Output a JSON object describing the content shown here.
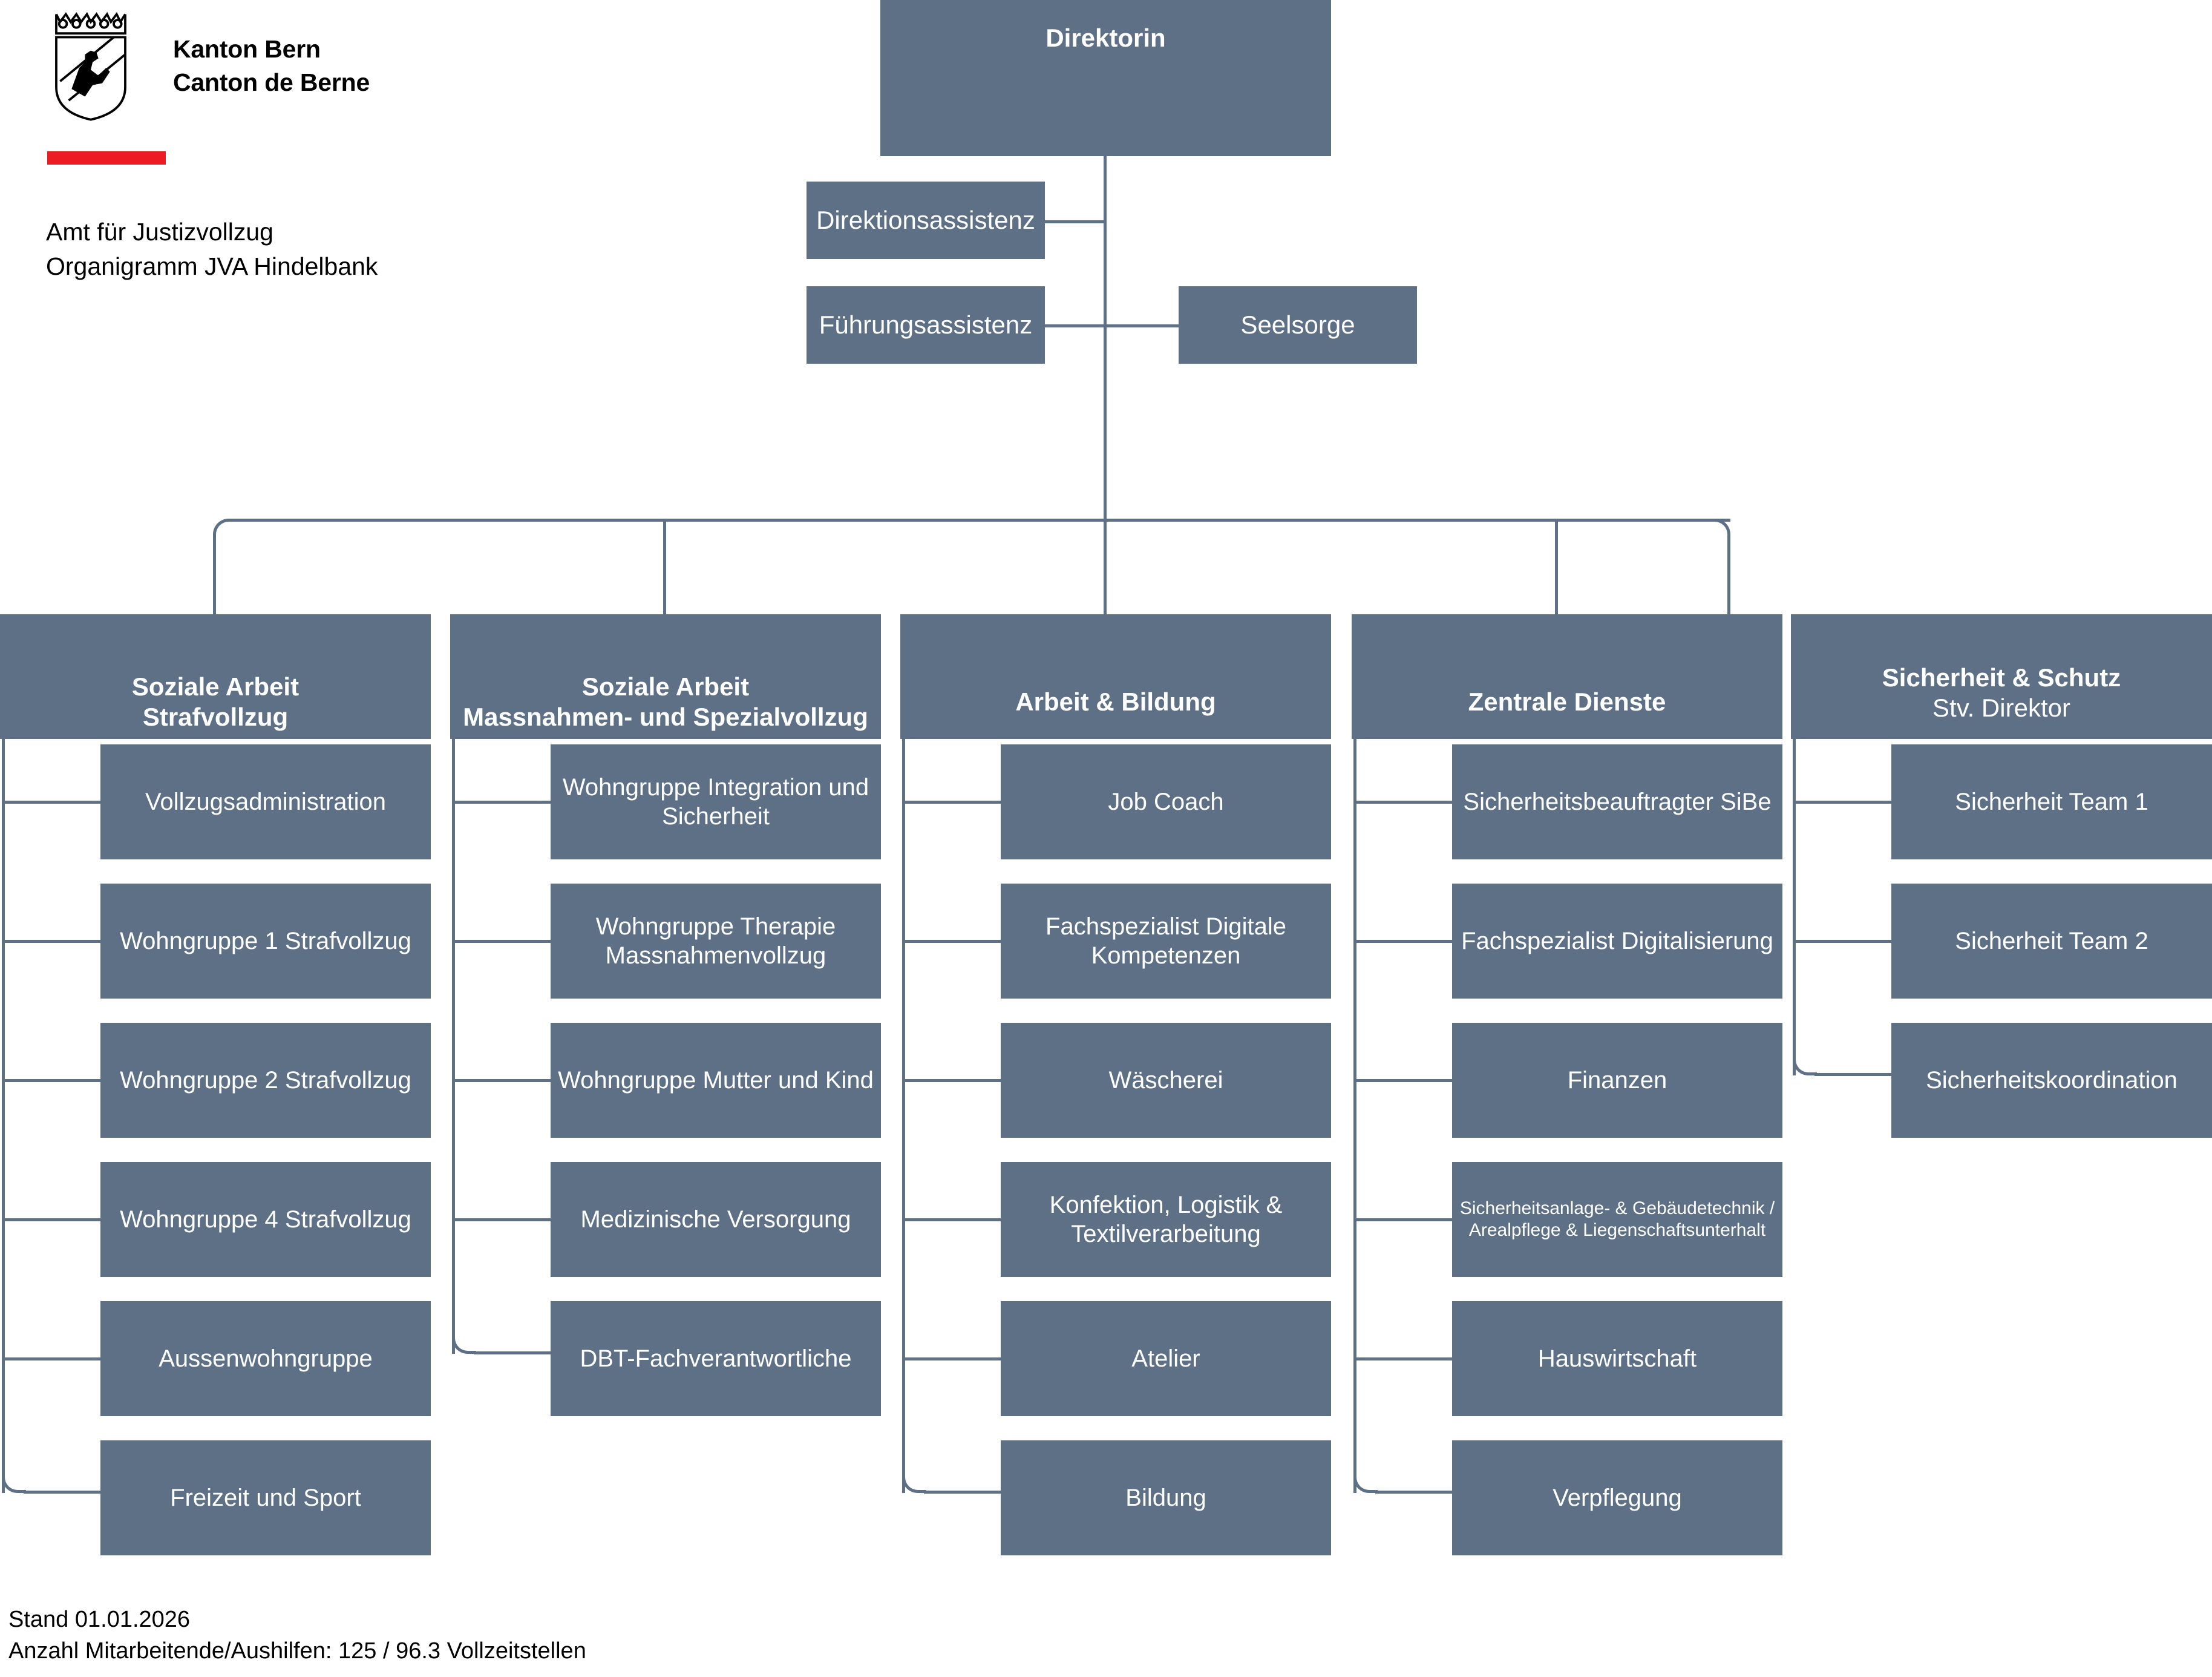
{
  "brand": {
    "crest_icon": "bern-coat-of-arms-icon",
    "line1": "Kanton Bern",
    "line2": "Canton de Berne",
    "accent_color": "#ec1c24",
    "office": "Amt für Justizvollzug",
    "chart_title": "Organigramm JVA Hindelbank"
  },
  "theme": {
    "box_fill": "#5d7085",
    "box_text": "#ffffff",
    "line_color": "#5d7085",
    "page_background": "#ffffff"
  },
  "chart_data": {
    "type": "diagram",
    "diagram_kind": "organizational-chart",
    "root": {
      "label": "Direktorin"
    },
    "staff": [
      {
        "label": "Direktionsassistenz",
        "side": "left"
      },
      {
        "label": "Führungsassistenz",
        "side": "left"
      },
      {
        "label": "Seelsorge",
        "side": "right"
      }
    ],
    "departments": [
      {
        "title": "Soziale Arbeit",
        "title_line2": "Strafvollzug",
        "subtitle": "",
        "children": [
          "Vollzugsadministration",
          "Wohngruppe 1 Strafvollzug",
          "Wohngruppe 2 Strafvollzug",
          "Wohngruppe 4 Strafvollzug",
          "Aussenwohngruppe",
          "Freizeit und Sport"
        ]
      },
      {
        "title": "Soziale Arbeit",
        "title_line2": "Massnahmen- und Spezialvollzug",
        "subtitle": "",
        "children": [
          "Wohngruppe Integration und Sicherheit",
          "Wohngruppe Therapie Massnahmenvollzug",
          "Wohngruppe Mutter und Kind",
          "Medizinische Versorgung",
          "DBT-Fachverantwortliche"
        ]
      },
      {
        "title": "Arbeit & Bildung",
        "title_line2": "",
        "subtitle": "",
        "children": [
          "Job Coach",
          "Fachspezialist Digitale Kompetenzen",
          "Wäscherei",
          "Konfektion, Logistik & Textilverarbeitung",
          "Atelier",
          "Bildung"
        ]
      },
      {
        "title": "Zentrale Dienste",
        "title_line2": "",
        "subtitle": "",
        "children": [
          "Sicherheitsbeauftragter SiBe",
          "Fachspezialist Digitalisierung",
          "Finanzen",
          "Sicherheitsanlage- & Gebäudetechnik / Arealpflege & Liegenschaftsunterhalt",
          "Hauswirtschaft",
          "Verpflegung"
        ]
      },
      {
        "title": "Sicherheit & Schutz",
        "title_line2": "",
        "subtitle": "Stv. Direktor",
        "children": [
          "Sicherheit Team 1",
          "Sicherheit Team 2",
          "Sicherheitskoordination"
        ]
      }
    ]
  },
  "footer": {
    "line1": "Stand 01.01.2026",
    "line2": "Anzahl Mitarbeitende/Aushilfen: 125 / 96.3 Vollzeitstellen"
  }
}
